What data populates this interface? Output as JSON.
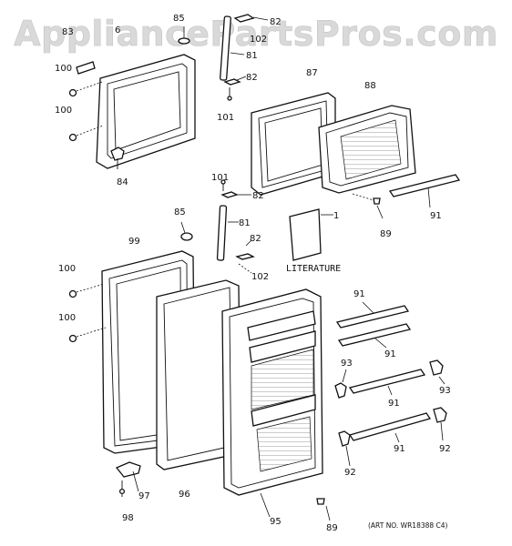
{
  "watermark": "AppliancePartsPros.com",
  "art_number": "(ART NO. WR18388 C4)",
  "literature_label": "LITERATURE",
  "callouts": {
    "c85a": "85",
    "c82a": "82",
    "c102a": "102",
    "c81a": "81",
    "c82b": "82",
    "c101a": "101",
    "c6": "6",
    "c83": "83",
    "c100a": "100",
    "c100b": "100",
    "c84": "84",
    "c87": "87",
    "c88": "88",
    "c89a": "89",
    "c91a": "91",
    "c101b": "101",
    "c82c": "82",
    "c81b": "81",
    "c82d": "82",
    "c102b": "102",
    "c1": "1",
    "c85b": "85",
    "c99": "99",
    "c100c": "100",
    "c100d": "100",
    "c97": "97",
    "c98": "98",
    "c96": "96",
    "c95": "95",
    "c89b": "89",
    "c91b": "91",
    "c91c": "91",
    "c93a": "93",
    "c93b": "93",
    "c91d": "91",
    "c91e": "91",
    "c92a": "92",
    "c92b": "92"
  }
}
